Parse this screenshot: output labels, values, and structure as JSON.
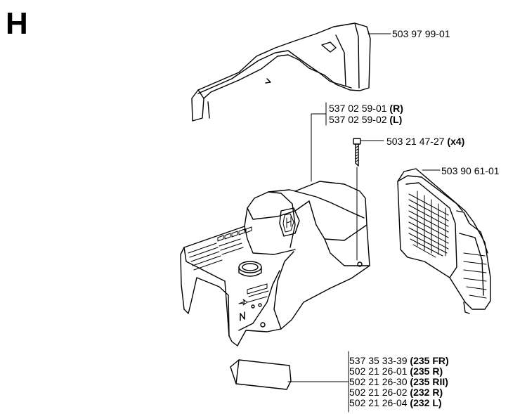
{
  "section_letter": "H",
  "parts": {
    "top_cover": "503 97 99-01",
    "cylinder_cover_r": {
      "num": "537 02 59-01",
      "tag": "(R)"
    },
    "cylinder_cover_l": {
      "num": "537 02 59-02",
      "tag": "(L)"
    },
    "screw": {
      "num": "503 21 47-27",
      "tag": "(x4)"
    },
    "air_filter_grille": "503 90 61-01",
    "decals": [
      {
        "num": "537 35 33-39",
        "tag": "(235 FR)"
      },
      {
        "num": "502 21 26-01",
        "tag": "(235 R)"
      },
      {
        "num": "502 21 26-30",
        "tag": "(235 RII)"
      },
      {
        "num": "502 21 26-02",
        "tag": "(232 R)"
      },
      {
        "num": "502 21 26-04",
        "tag": "(232 L)"
      }
    ]
  },
  "cover_badge_text": "N"
}
